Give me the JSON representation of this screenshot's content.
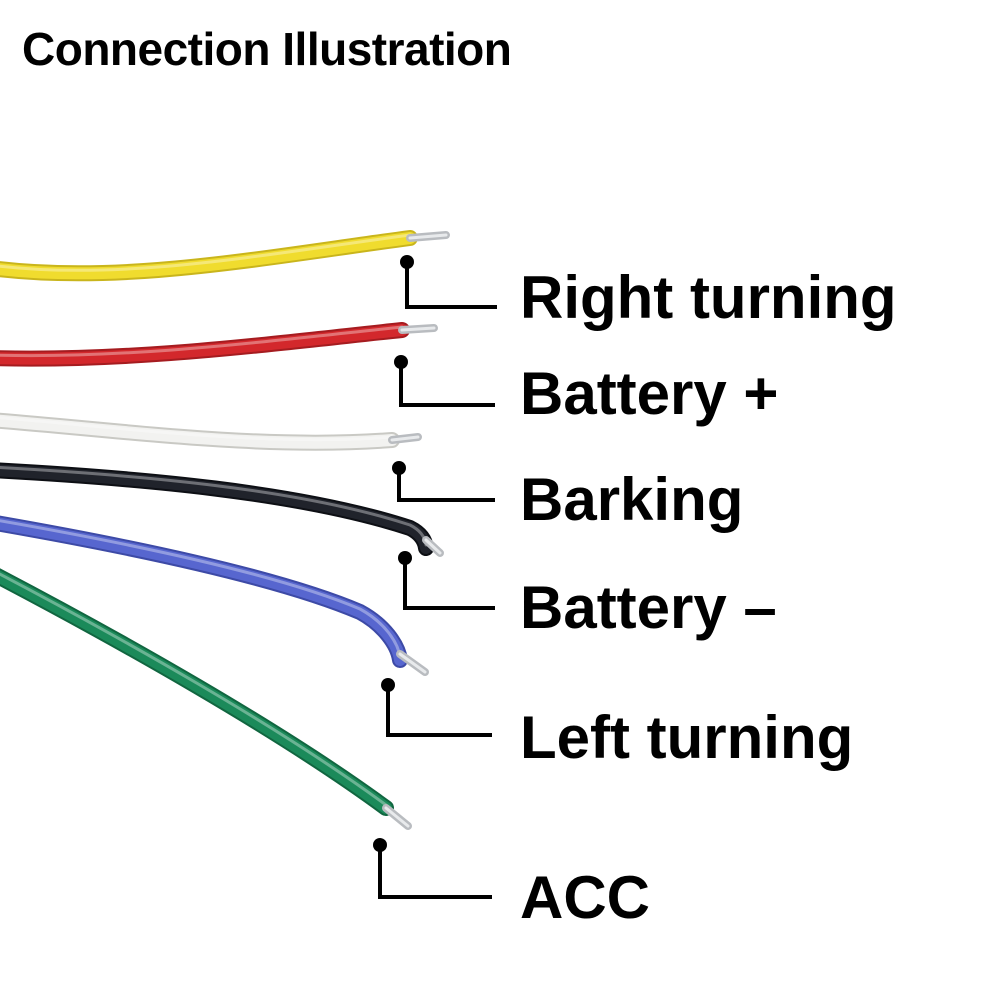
{
  "title": "Connection Illustration",
  "wires": [
    {
      "label": "Right turning",
      "color": "#f0dc2e",
      "shade": "#c9b51c"
    },
    {
      "label": "Battery +",
      "color": "#d3282c",
      "shade": "#a51c20"
    },
    {
      "label": "Barking",
      "color": "#f2f2f0",
      "shade": "#c9c9c4"
    },
    {
      "label": "Battery –",
      "color": "#20232b",
      "shade": "#0d0f14"
    },
    {
      "label": "Left turning",
      "color": "#5766cf",
      "shade": "#3d4aa6"
    },
    {
      "label": "ACC",
      "color": "#1b8a5a",
      "shade": "#116640"
    }
  ]
}
